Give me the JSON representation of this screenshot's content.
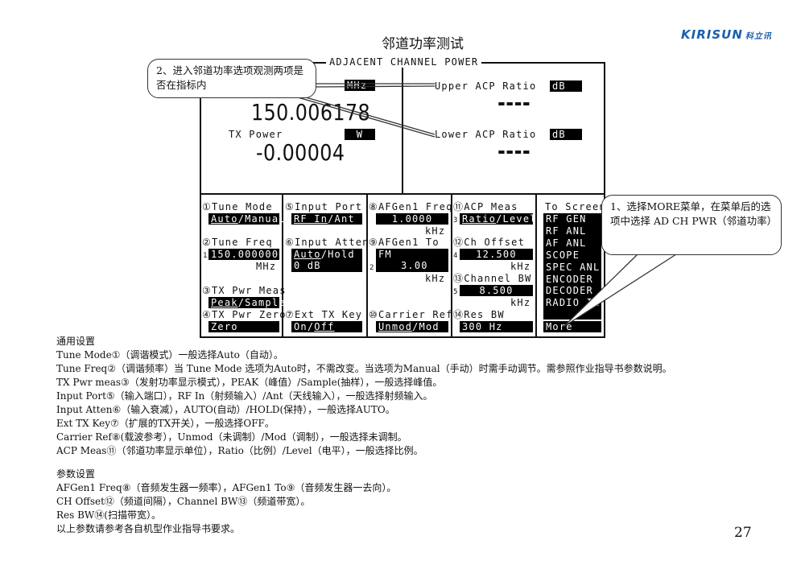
{
  "page_title": "邻道功率测试",
  "logo": {
    "text": "KIRISUN",
    "cn": "科立讯"
  },
  "screen": {
    "header": "ADJACENT CHANNEL POWER",
    "tune_freq_unit": "MHz",
    "tune_freq_value": "150.006178",
    "tx_power_label": "TX Power",
    "tx_power_unit": "W",
    "tx_power_value": "-0.00004",
    "upper_acp_label": "Upper ACP Ratio",
    "upper_acp_unit": "dB",
    "upper_acp_value": "----",
    "lower_acp_label": "Lower ACP Ratio",
    "lower_acp_unit": "dB",
    "lower_acp_value": "----",
    "fields": {
      "tune_mode": {
        "label": "①Tune Mode",
        "a": "Auto",
        "b": "/Manual"
      },
      "tune_freq": {
        "label": "②Tune Freq",
        "idx": "1",
        "value": "150.000000",
        "unit": "MHz"
      },
      "tx_pwr_meas": {
        "label": "③TX Pwr Meas",
        "a": "Peak",
        "b": "/Sample"
      },
      "tx_pwr_zero": {
        "label": "④TX Pwr Zero",
        "value": "Zero"
      },
      "input_port": {
        "label": "⑤Input Port",
        "a": "RF In",
        "b": "/Ant"
      },
      "input_atten": {
        "label": "⑥Input Atten",
        "a": "Auto",
        "b": "/Hold",
        "value": "0 dB"
      },
      "ext_tx_key": {
        "label": "⑦Ext TX Key",
        "a": "On/",
        "b": "Off"
      },
      "afgen1_freq": {
        "label": "⑧AFGen1 Freq",
        "value": "1.0000",
        "unit": "kHz"
      },
      "afgen1_to": {
        "label": "⑨AFGen1 To",
        "idx": "2",
        "mod": "FM",
        "value": "3.00",
        "unit": "kHz"
      },
      "carrier_ref": {
        "label": "⑩Carrier Ref",
        "a": "Unmod",
        "b": "/Mod"
      },
      "acp_meas": {
        "label": "⑪ACP Meas",
        "idx": "3",
        "a": "Ratio",
        "b": "/Level"
      },
      "ch_offset": {
        "label": "⑫Ch Offset",
        "idx": "4",
        "value": "12.500",
        "unit": "kHz"
      },
      "channel_bw": {
        "label": "⑬Channel BW",
        "idx": "5",
        "value": "8.500",
        "unit": "kHz"
      },
      "res_bw": {
        "label": "⑭Res BW",
        "value": "300 Hz"
      }
    },
    "to_screen": {
      "label": "To Screen",
      "items": [
        "RF GEN",
        "RF ANL",
        "AF ANL",
        "SCOPE",
        "SPEC ANL",
        "ENCODER",
        "DECODER",
        "RADIO INT"
      ],
      "more": "More"
    }
  },
  "callout1": "1、选择MORE菜单，在菜单后的选项中选择 AD CH PWR（邻道功率）",
  "callout2": "2、进入邻道功率选项观测两项是否在指标内",
  "general": {
    "heading": "通用设置",
    "lines": [
      "Tune Mode①（调谐模式）一般选择Auto（自动）。",
      "Tune Freq②（调谐频率）当 Tune Mode 选项为Auto时，不需改变。当选项为Manual（手动）时需手动调节。需参照作业指导书参数说明。",
      "TX Pwr meas③（发射功率显示模式），PEAK（峰值）/Sample(抽样），一般选择峰值。",
      "Input Port⑤（输入端口），RF In（射频输入）/Ant（天线输入），一般选择射频输入。",
      "Input Atten⑥（输入衰减），AUTO(自动）/HOLD(保持），一般选择AUTO。",
      "Ext TX Key⑦（扩展的TX开关），一般选择OFF。",
      "Carrier Ref⑧(载波参考），Unmod（未调制）/Mod（调制），一般选择未调制。",
      "ACP Meas⑪（邻道功率显示单位），Ratio（比例）/Level（电平），一般选择比例。"
    ]
  },
  "params": {
    "heading": "参数设置",
    "lines": [
      "AFGen1 Freq⑧（音频发生器一频率），AFGen1 To⑨（音频发生器一去向）。",
      "CH Offset⑫（频道间隔），Channel BW⑬（频道带宽）。",
      "Res BW⑭(扫描带宽）。",
      "以上参数请参考各自机型作业指导书要求。"
    ]
  },
  "page_number": "27"
}
